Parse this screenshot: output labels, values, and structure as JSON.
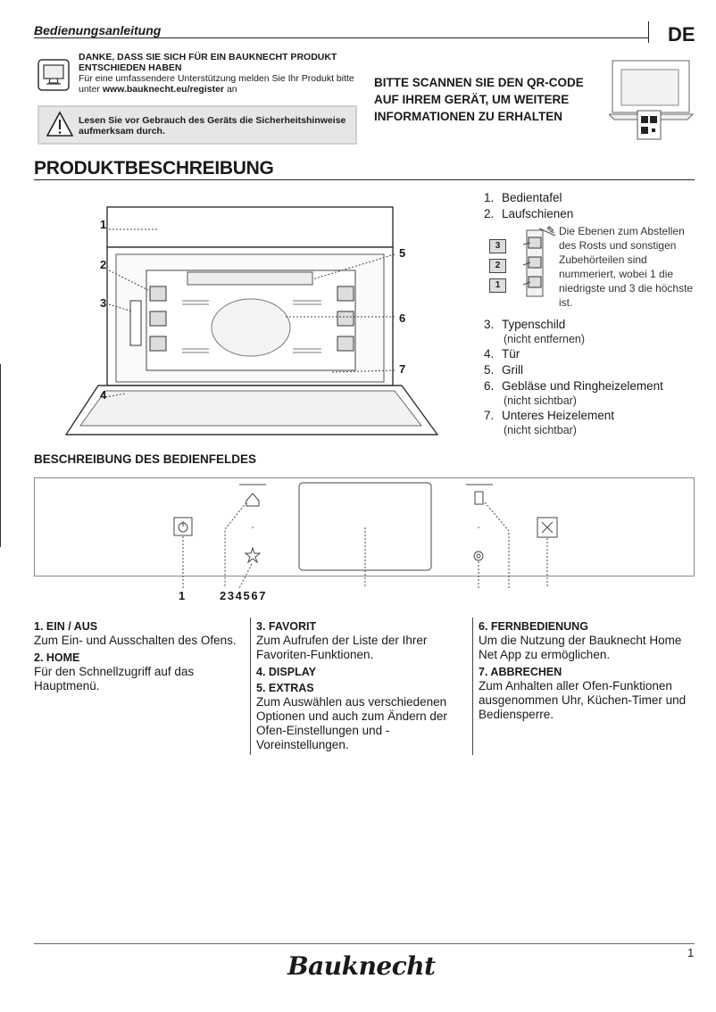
{
  "header": {
    "title": "Bedienungsanleitung",
    "lang": "DE"
  },
  "intro": {
    "thanks_title": "DANKE, DASS SIE SICH FÜR EIN BAUKNECHT PRODUKT ENTSCHIEDEN HABEN",
    "thanks_text": "Für eine umfassendere Unterstützung melden Sie Ihr Produkt bitte unter",
    "url": "www.bauknecht.eu/register",
    "thanks_suffix": "an",
    "warning": "Lesen Sie vor Gebrauch des Geräts die Sicherheitshinweise aufmerksam durch.",
    "qr_text": "BITTE SCANNEN SIE DEN QR-CODE AUF IHREM GERÄT, UM WEITERE INFORMATIONEN ZU ERHALTEN"
  },
  "product": {
    "title": "PRODUKTBESCHREIBUNG",
    "diagram_labels": [
      "1",
      "2",
      "3",
      "4",
      "5",
      "6",
      "7"
    ],
    "shelf_labels": [
      "3",
      "2",
      "1"
    ],
    "shelf_note": "Die Ebenen zum Abstellen des Rosts und sonstigen Zubehörteilen sind nummeriert, wobei 1 die niedrigste und 3 die höchste ist.",
    "legend": [
      {
        "n": "1.",
        "label": "Bedientafel",
        "sub": ""
      },
      {
        "n": "2.",
        "label": "Laufschienen",
        "sub": ""
      },
      {
        "n": "3.",
        "label": "Typenschild",
        "sub": "(nicht entfernen)"
      },
      {
        "n": "4.",
        "label": "Tür",
        "sub": ""
      },
      {
        "n": "5.",
        "label": "Grill",
        "sub": ""
      },
      {
        "n": "6.",
        "label": "Gebläse und Ringheizelement",
        "sub": "(nicht sichtbar)"
      },
      {
        "n": "7.",
        "label": "Unteres Heizelement",
        "sub": "(nicht sichtbar)"
      }
    ]
  },
  "panel": {
    "title": "BESCHREIBUNG DES BEDIENFELDES",
    "label_1": "1",
    "labels_rest": "2 3 4 5 6 7"
  },
  "functions": {
    "col1": [
      {
        "h": "1. EIN / AUS",
        "t": "Zum Ein- und Ausschalten des Ofens."
      },
      {
        "h": "2. HOME",
        "t": "Für den Schnellzugriff auf das Hauptmenü."
      }
    ],
    "col2": [
      {
        "h": "3. FAVORIT",
        "t": "Zum Aufrufen der Liste der Ihrer Favoriten-Funktionen."
      },
      {
        "h": "4. DISPLAY",
        "t": ""
      },
      {
        "h": "5. EXTRAS",
        "t": "Zum Auswählen aus verschiedenen Optionen und auch zum Ändern der Ofen-Einstellungen und -Voreinstellungen."
      }
    ],
    "col3": [
      {
        "h": "6. FERNBEDIENUNG",
        "t": "Um die Nutzung der Bauknecht Home Net App zu ermöglichen."
      },
      {
        "h": "7. ABBRECHEN",
        "t": "Zum Anhalten aller Ofen-Funktionen ausgenommen Uhr, Küchen-Timer und Bediensperre."
      }
    ]
  },
  "footer": {
    "page": "1",
    "brand": "Bauknecht"
  }
}
